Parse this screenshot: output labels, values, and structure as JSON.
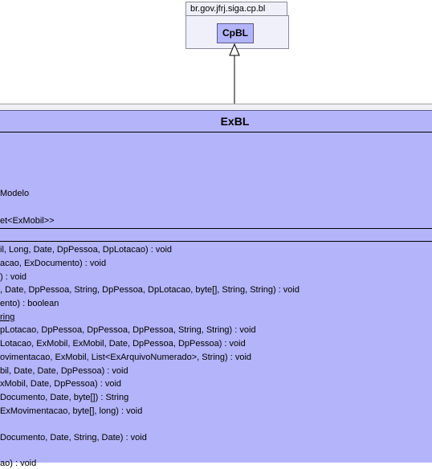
{
  "package": {
    "name": "br.gov.jfrj.siga.cp.bl"
  },
  "parent_class": {
    "name": "CpBL"
  },
  "class": {
    "name": "ExBL"
  },
  "attributes": [
    "Modelo",
    "et<ExMobil>>"
  ],
  "operations": [
    "il, Long, Date, DpPessoa, DpLotacao) : void",
    "acao, ExDocumento) : void",
    ") : void",
    ", Date, DpPessoa, String, DpPessoa, DpLotacao, byte[], String, String) : void",
    "ento) : boolean",
    "ring",
    "pLotacao, DpPessoa, DpPessoa, DpPessoa, String, String) : void",
    "Lotacao, ExMobil, ExMobil, Date, DpPessoa, DpPessoa) : void",
    "ovimentacao, ExMobil, List<ExArquivoNumerado>, String) : void",
    "bil, Date, Date, DpPessoa) : void",
    "xMobil, Date, DpPessoa) : void",
    "Documento, Date, byte[]) : String",
    "ExMovimentacao, byte[], long) : void",
    "Documento, Date, String, Date) : void",
    "ao) : void"
  ]
}
